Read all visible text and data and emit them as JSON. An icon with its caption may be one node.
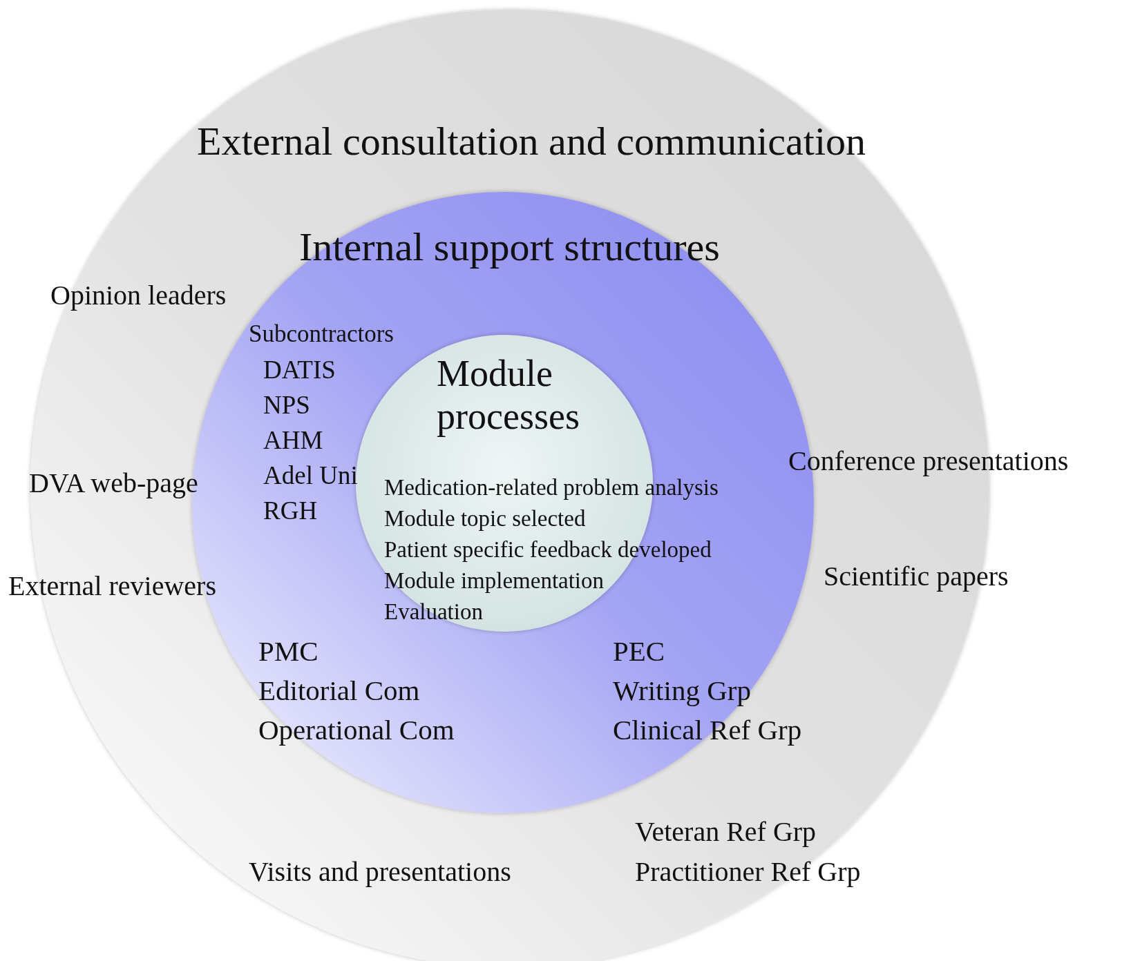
{
  "diagram": {
    "nodes": [
      {
        "text": [
          "External consultation and communication",
          "Opinion leaders",
          "DVA web-page",
          "External reviewers",
          "Conference presentations",
          "Scientific papers",
          "Veteran Ref Grp",
          "Visits and presentations",
          "Practitioner Ref Grp"
        ]
      },
      {
        "text": [
          "Internal support structures",
          "Subcontractors",
          "DATIS",
          "NPS",
          "AHM",
          "Adel Uni",
          "RGH",
          "PMC",
          "Editorial Com",
          "Operational Com",
          "PEC",
          "Writing Grp",
          "Clinical Ref Grp"
        ],
        "in": 0
      },
      {
        "text": [
          "Module processes",
          "Medication-related problem analysis",
          "Module topic selected",
          "Patient specific feedback developed",
          "Module implementation",
          "Evaluation"
        ],
        "in": 1
      }
    ]
  }
}
